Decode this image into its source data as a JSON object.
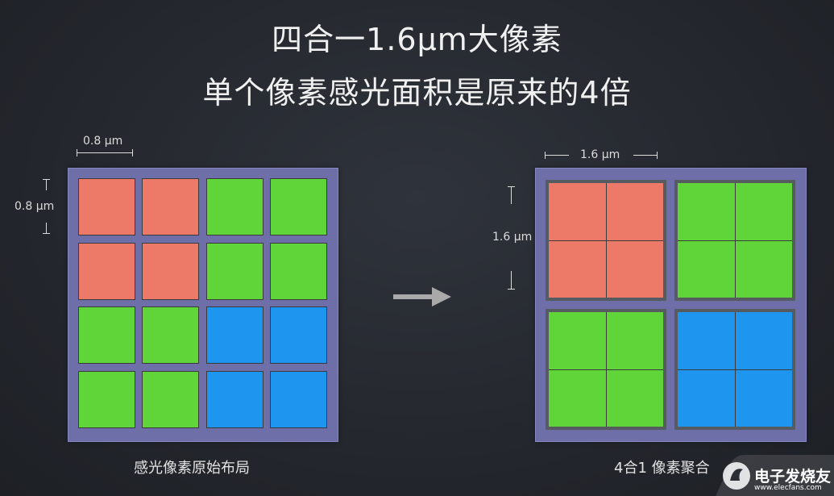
{
  "title": {
    "line1": "四合一1.6μm大像素",
    "line2": "单个像素感光面积是原来的4倍"
  },
  "left": {
    "dim_width": "0.8 μm",
    "dim_height": "0.8 μm",
    "caption": "感光像素原始布局",
    "grid": [
      [
        "red",
        "red",
        "green",
        "green"
      ],
      [
        "red",
        "red",
        "green",
        "green"
      ],
      [
        "green",
        "green",
        "blue",
        "blue"
      ],
      [
        "green",
        "green",
        "blue",
        "blue"
      ]
    ]
  },
  "right": {
    "dim_width": "1.6 μm",
    "dim_height": "1.6 μm",
    "caption": "4合1 像素聚合",
    "grid": [
      [
        "red",
        "green"
      ],
      [
        "green",
        "blue"
      ]
    ]
  },
  "colors": {
    "red": "#ed7a68",
    "green": "#5fd53a",
    "blue": "#1e96f0",
    "panel": "#6e6ea8",
    "background": "#26292f"
  },
  "arrow_icon": "arrow-right-icon",
  "watermark": {
    "text": "电子发烧友",
    "url": "www.elecfans.com"
  }
}
